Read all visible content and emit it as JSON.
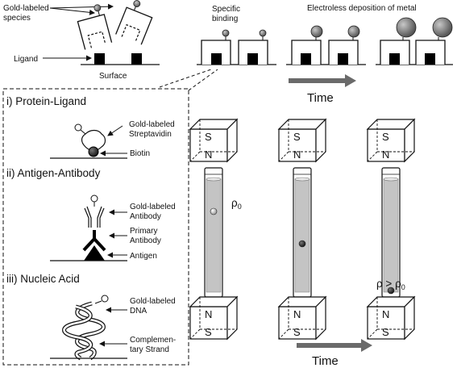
{
  "top": {
    "gold_labeled_species_line1": "Gold-labeled",
    "gold_labeled_species_line2": "species",
    "ligand": "Ligand",
    "surface": "Surface",
    "specific_binding_line1": "Specific",
    "specific_binding_line2": "binding",
    "electroless": "Electroless deposition of metal",
    "time": "Time"
  },
  "panel": {
    "protein_title": "i) Protein-Ligand",
    "protein_label_1a": "Gold-labeled",
    "protein_label_1b": "Streptavidin",
    "protein_label_2": "Biotin",
    "antigen_title": "ii) Antigen-Antibody",
    "antigen_label_1a": "Gold-labeled",
    "antigen_label_1b": "Antibody",
    "antigen_label_2a": "Primary",
    "antigen_label_2b": "Antibody",
    "antigen_label_3": "Antigen",
    "nucleic_title": "iii) Nucleic Acid",
    "nucleic_label_1a": "Gold-labeled",
    "nucleic_label_1b": "DNA",
    "nucleic_label_2a": "Complemen-",
    "nucleic_label_2b": "tary Strand"
  },
  "maglev": {
    "magnet_top_s": "S",
    "magnet_top_n": "N",
    "magnet_bottom_n": "N",
    "magnet_bottom_s": "S",
    "rho_0": "ρ",
    "rho_0_sub": "0",
    "rho_gt_rho0": "ρ > ρ",
    "rho_gt_rho0_sub": "0",
    "time": "Time"
  }
}
